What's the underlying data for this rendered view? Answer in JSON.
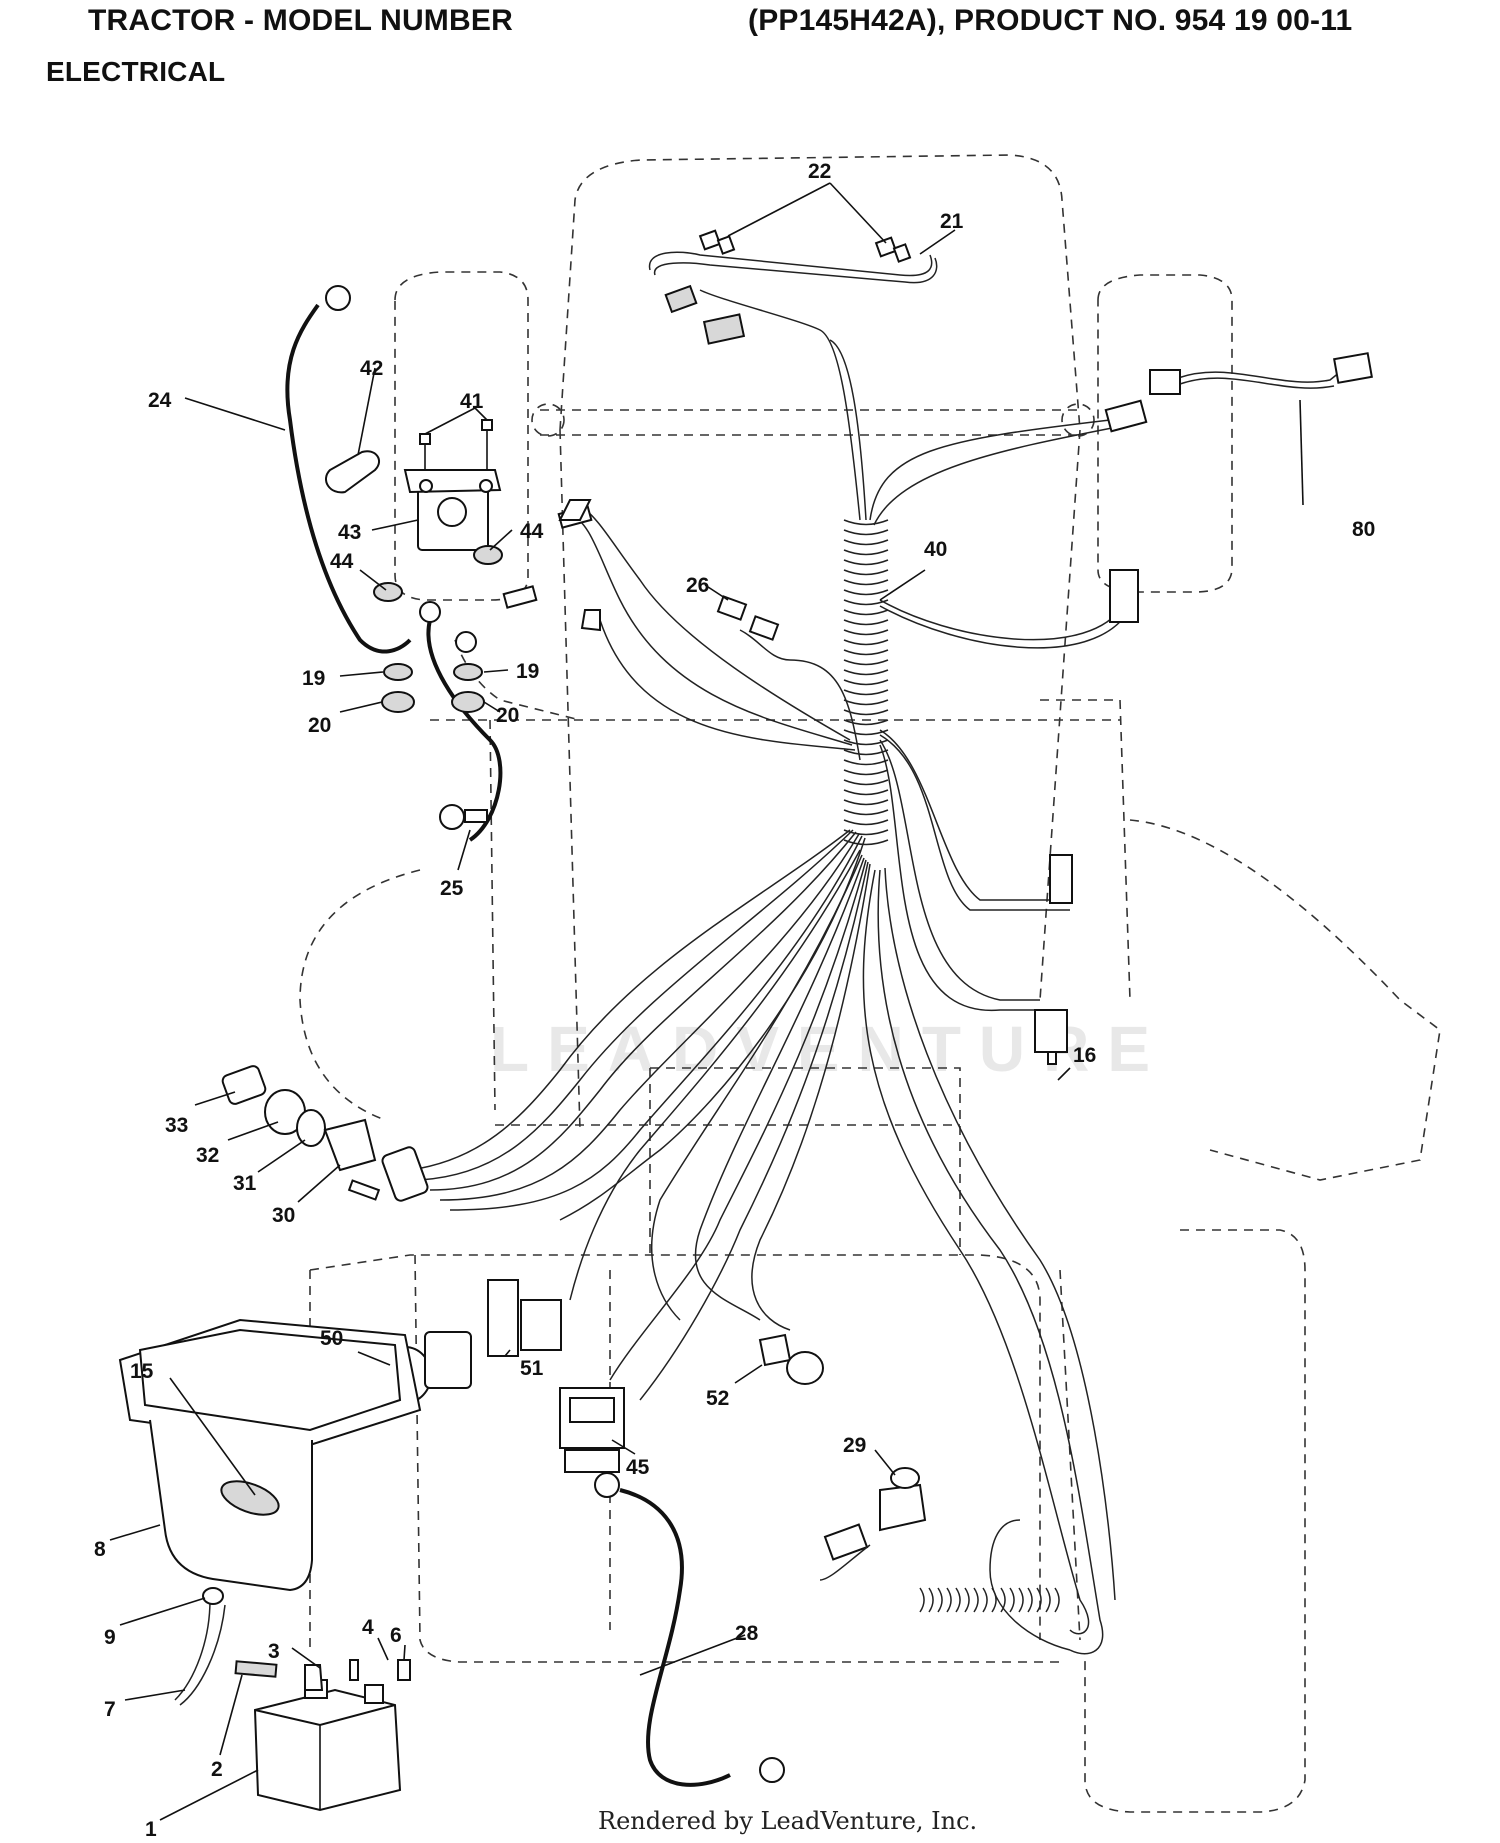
{
  "header": {
    "title_left": "TRACTOR - MODEL NUMBER",
    "title_right": "(PP145H42A), PRODUCT NO. 954 19 00-11",
    "subtitle": "ELECTRICAL"
  },
  "footer": {
    "text": "Rendered by LeadVenture, Inc."
  },
  "watermark": {
    "text": "LEADVENTURE"
  },
  "callouts": {
    "c1": "1",
    "c2": "2",
    "c3": "3",
    "c4": "4",
    "c6": "6",
    "c7": "7",
    "c8": "8",
    "c9": "9",
    "c15": "15",
    "c16": "16",
    "c19a": "19",
    "c19b": "19",
    "c20a": "20",
    "c20b": "20",
    "c21": "21",
    "c22": "22",
    "c24": "24",
    "c25": "25",
    "c26": "26",
    "c28": "28",
    "c29": "29",
    "c30": "30",
    "c31": "31",
    "c32": "32",
    "c33": "33",
    "c40": "40",
    "c41": "41",
    "c42": "42",
    "c43": "43",
    "c44a": "44",
    "c44b": "44",
    "c45": "45",
    "c50": "50",
    "c51": "51",
    "c52": "52",
    "c80": "80"
  }
}
